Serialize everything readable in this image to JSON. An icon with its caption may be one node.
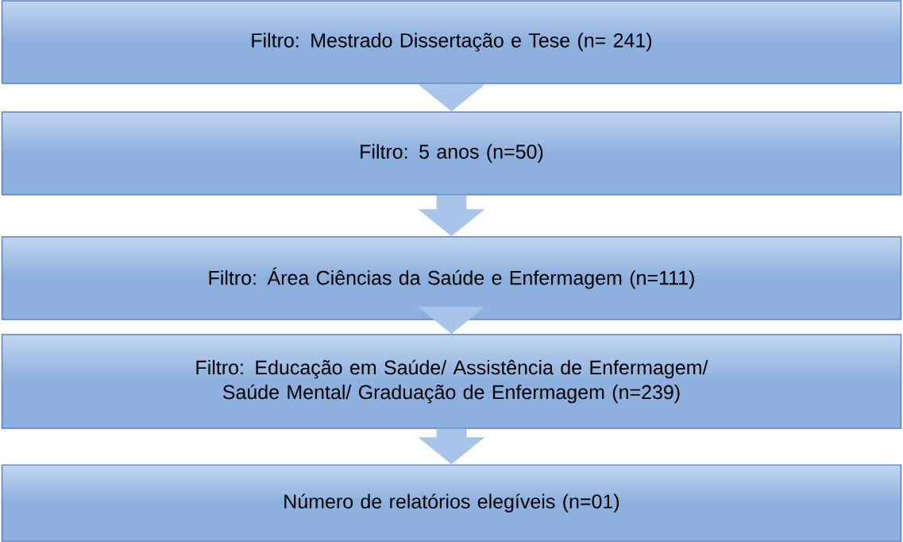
{
  "diagram": {
    "nodes": [
      {
        "text": [
          "Filtro: Mestrado Dissertação e Tese (n= 241)"
        ]
      },
      {
        "text": [
          "Filtro: 5 anos (n=50)"
        ]
      },
      {
        "text": [
          "Filtro: Área Ciências da Saúde e Enfermagem (n=111)"
        ]
      },
      {
        "text": [
          "Filtro: Educação em Saúde/ Assistência de Enfermagem/ Saúde Mental/ Graduação de Enfermagem (n=239)"
        ]
      },
      {
        "text": [
          "Número de relatórios elegíveis (n=01)"
        ]
      }
    ],
    "edges": [
      {
        "from": 0,
        "to": 1,
        "arrow": "to"
      },
      {
        "from": 1,
        "to": 2,
        "arrow": "to"
      },
      {
        "from": 2,
        "to": 3,
        "arrow": "to"
      },
      {
        "from": 3,
        "to": 4,
        "arrow": "to"
      }
    ]
  }
}
